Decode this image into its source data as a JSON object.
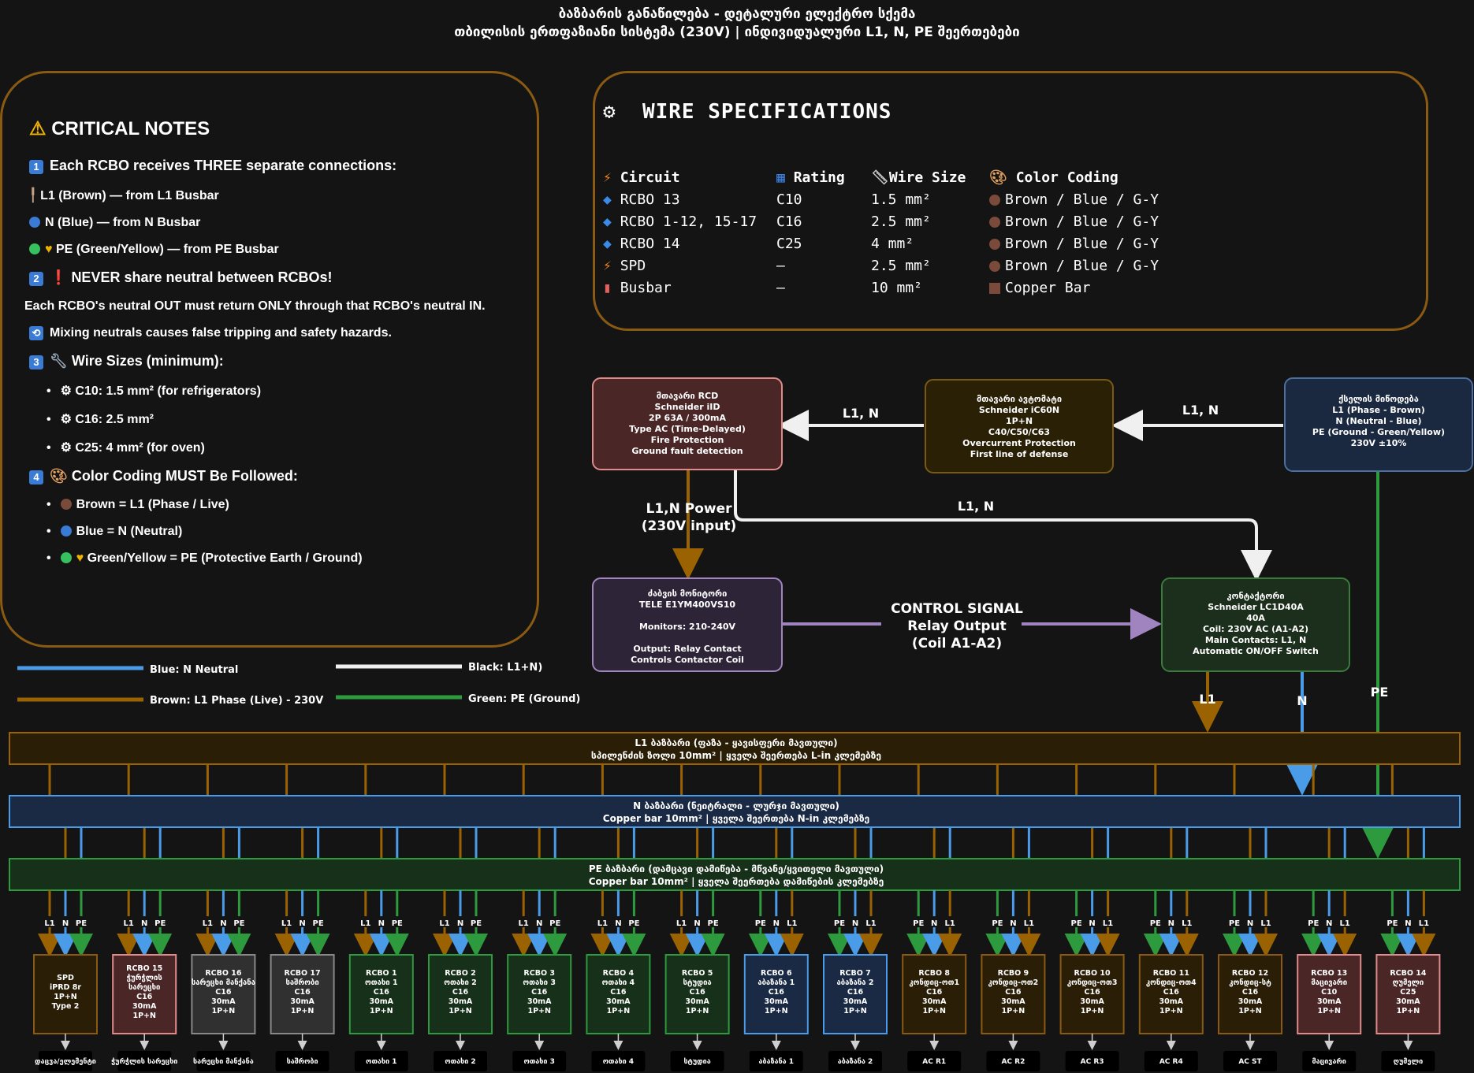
{
  "header": {
    "title": "ბაზბარის განაწილება - დეტალური ელექტრო სქემა",
    "subtitle": "თბილისის ერთფაზიანი სისტემა (230V) | ინდივიდუალური L1, N, PE შეერთებები"
  },
  "notes": {
    "title": "CRITICAL NOTES",
    "l1": "Each RCBO receives THREE separate connections:",
    "l1a": "L1 (Brown) — from L1 Busbar",
    "l1b": "N (Blue) — from N Busbar",
    "l1c": "PE (Green/Yellow) — from PE Busbar",
    "l2": "NEVER share neutral between RCBOs!",
    "l2a": "Each RCBO's neutral OUT must return ONLY through that RCBO's neutral IN.",
    "l2b": "Mixing neutrals causes false tripping and safety hazards.",
    "l3": "Wire Sizes (minimum):",
    "l3a": "C10: 1.5 mm² (for refrigerators)",
    "l3b": "C16: 2.5 mm²",
    "l3c": "C25: 4 mm² (for oven)",
    "l4": "Color Coding MUST Be Followed:",
    "l4a": "Brown = L1 (Phase / Live)",
    "l4b": "Blue = N (Neutral)",
    "l4c": "Green/Yellow = PE (Protective Earth / Ground)"
  },
  "spec": {
    "title": "WIRE SPECIFICATIONS",
    "headers": [
      "Circuit",
      "Rating",
      "Wire Size",
      "Color Coding"
    ],
    "rows": [
      [
        "RCBO 13",
        "C10",
        "1.5 mm²",
        "Brown / Blue / G-Y"
      ],
      [
        "RCBO 1-12, 15-17",
        "C16",
        "2.5 mm²",
        "Brown / Blue / G-Y"
      ],
      [
        "RCBO 14",
        "C25",
        "4 mm²",
        "Brown / Blue / G-Y"
      ],
      [
        "SPD",
        "—",
        "2.5 mm²",
        "Brown / Blue / G-Y"
      ],
      [
        "Busbar",
        "—",
        "10 mm²",
        "Copper Bar"
      ]
    ]
  },
  "legend": {
    "blue": "Blue: N Neutral",
    "brown": "Brown: L1 Phase (Live) - 230V",
    "black": "Black: L1+N)",
    "green": "Green: PE (Ground)"
  },
  "colors": {
    "l1": "#9a6200",
    "n": "#4a9be8",
    "pe": "#2e9a3e",
    "white": "#f0f0f0",
    "control": "#a084c0"
  },
  "flow": {
    "supply": [
      "ქსელის მიწოდება",
      "L1 (Phase - Brown)",
      "N (Neutral - Blue)",
      "PE (Ground - Green/Yellow)",
      "230V ±10%"
    ],
    "mcb": [
      "მთავარი ავტომატი",
      "Schneider iC60N",
      "1P+N",
      "C40/C50/C63",
      "Overcurrent Protection",
      "First line of defense"
    ],
    "rcd": [
      "მთავარი RCD",
      "Schneider iID",
      "2P 63A / 300mA",
      "Type AC (Time-Delayed)",
      "Fire Protection",
      "Ground fault detection"
    ],
    "monitor": [
      "ძაბვის მონიტორი",
      "TELE E1YM400VS10",
      "",
      "Monitors: 210-240V",
      "",
      "Output: Relay Contact",
      "Controls Contactor Coil"
    ],
    "contactor": [
      "კონტაქტორი",
      "Schneider LC1D40A",
      "40A",
      "Coil: 230V AC (A1-A2)",
      "Main Contacts: L1, N",
      "Automatic ON/OFF Switch"
    ],
    "arrow_ln1": "L1, N",
    "arrow_ln2": "L1, N",
    "arrow_ln3": "L1, N",
    "power": [
      "L1,N Power",
      "(230V input)"
    ],
    "control": [
      "CONTROL SIGNAL",
      "Relay Output",
      "(Coil A1-A2)"
    ],
    "lbl_l1": "L1",
    "lbl_n": "N",
    "lbl_pe": "PE"
  },
  "busbars": {
    "l1": [
      "L1 ბაზბარი (ფაზა - ყავისფერი მავთული)",
      "სპილენძის ზოლი 10mm² | ყველა შეერთება L-in კლემებზე"
    ],
    "n": [
      "N ბაზბარი (ნეიტრალი - ლურჯი მავთული)",
      "Copper bar 10mm² | ყველა შეერთება N-in კლემებზე"
    ],
    "pe": [
      "PE ბაზბარი (დამცავი დამიწება - მწვანე/ყვითელი მავთული)",
      "Copper bar 10mm² | ყველა შეერთება დამიწების კლემებზე"
    ]
  },
  "breakers": [
    {
      "lines": [
        "SPD",
        "iPRD 8r",
        "1P+N",
        "Type 2"
      ],
      "label": "დაცვა/ელემენტი",
      "tag": "L1 N PE",
      "group": "brown"
    },
    {
      "lines": [
        "RCBO 15",
        "ჭურჭლის",
        "სარეცხი",
        "C16",
        "30mA",
        "1P+N"
      ],
      "label": "ჭურჭლის სარეცხი",
      "tag": "L1 N PE",
      "group": "red"
    },
    {
      "lines": [
        "RCBO 16",
        "სარეცხი მანქანა",
        "C16",
        "30mA",
        "1P+N"
      ],
      "label": "სარეცხი მანქანა",
      "tag": "L1 N PE",
      "group": "grey"
    },
    {
      "lines": [
        "RCBO 17",
        "საშრობი",
        "C16",
        "30mA",
        "1P+N"
      ],
      "label": "საშრობი",
      "tag": "L1 N PE",
      "group": "grey"
    },
    {
      "lines": [
        "RCBO 1",
        "ოთახი 1",
        "C16",
        "30mA",
        "1P+N"
      ],
      "label": "ოთახი 1",
      "tag": "L1 N PE",
      "group": "green"
    },
    {
      "lines": [
        "RCBO 2",
        "ოთახი 2",
        "C16",
        "30mA",
        "1P+N"
      ],
      "label": "ოთახი 2",
      "tag": "L1 N PE",
      "group": "green"
    },
    {
      "lines": [
        "RCBO 3",
        "ოთახი 3",
        "C16",
        "30mA",
        "1P+N"
      ],
      "label": "ოთახი 3",
      "tag": "L1 N PE",
      "group": "green"
    },
    {
      "lines": [
        "RCBO 4",
        "ოთახი 4",
        "C16",
        "30mA",
        "1P+N"
      ],
      "label": "ოთახი 4",
      "tag": "L1 N PE",
      "group": "green"
    },
    {
      "lines": [
        "RCBO 5",
        "სტუდია",
        "C16",
        "30mA",
        "1P+N"
      ],
      "label": "სტუდია",
      "tag": "L1 N PE",
      "group": "green"
    },
    {
      "lines": [
        "RCBO 6",
        "აბაზანა 1",
        "C16",
        "30mA",
        "1P+N"
      ],
      "label": "აბაზანა 1",
      "tag": "PE N L1",
      "group": "blue"
    },
    {
      "lines": [
        "RCBO 7",
        "აბაზანა 2",
        "C16",
        "30mA",
        "1P+N"
      ],
      "label": "აბაზანა 2",
      "tag": "PE N L1",
      "group": "blue"
    },
    {
      "lines": [
        "RCBO 8",
        "კონდიც-ოთ1",
        "C16",
        "30mA",
        "1P+N"
      ],
      "label": "AC R1",
      "tag": "PE N L1",
      "group": "brown"
    },
    {
      "lines": [
        "RCBO 9",
        "კონდიც-ოთ2",
        "C16",
        "30mA",
        "1P+N"
      ],
      "label": "AC R2",
      "tag": "PE N L1",
      "group": "brown"
    },
    {
      "lines": [
        "RCBO 10",
        "კონდიც-ოთ3",
        "C16",
        "30mA",
        "1P+N"
      ],
      "label": "AC R3",
      "tag": "PE N L1",
      "group": "brown"
    },
    {
      "lines": [
        "RCBO 11",
        "კონდიც-ოთ4",
        "C16",
        "30mA",
        "1P+N"
      ],
      "label": "AC R4",
      "tag": "PE N L1",
      "group": "brown"
    },
    {
      "lines": [
        "RCBO 12",
        "კონდიც-სტ",
        "C16",
        "30mA",
        "1P+N"
      ],
      "label": "AC ST",
      "tag": "PE N L1",
      "group": "brown"
    },
    {
      "lines": [
        "RCBO 13",
        "მაცივარი",
        "C10",
        "30mA",
        "1P+N"
      ],
      "label": "მაცივარი",
      "tag": "PE N L1",
      "group": "red"
    },
    {
      "lines": [
        "RCBO 14",
        "ღუმელი",
        "C25",
        "30mA",
        "1P+N"
      ],
      "label": "ღუმელი",
      "tag": "PE N L1",
      "group": "red"
    }
  ]
}
